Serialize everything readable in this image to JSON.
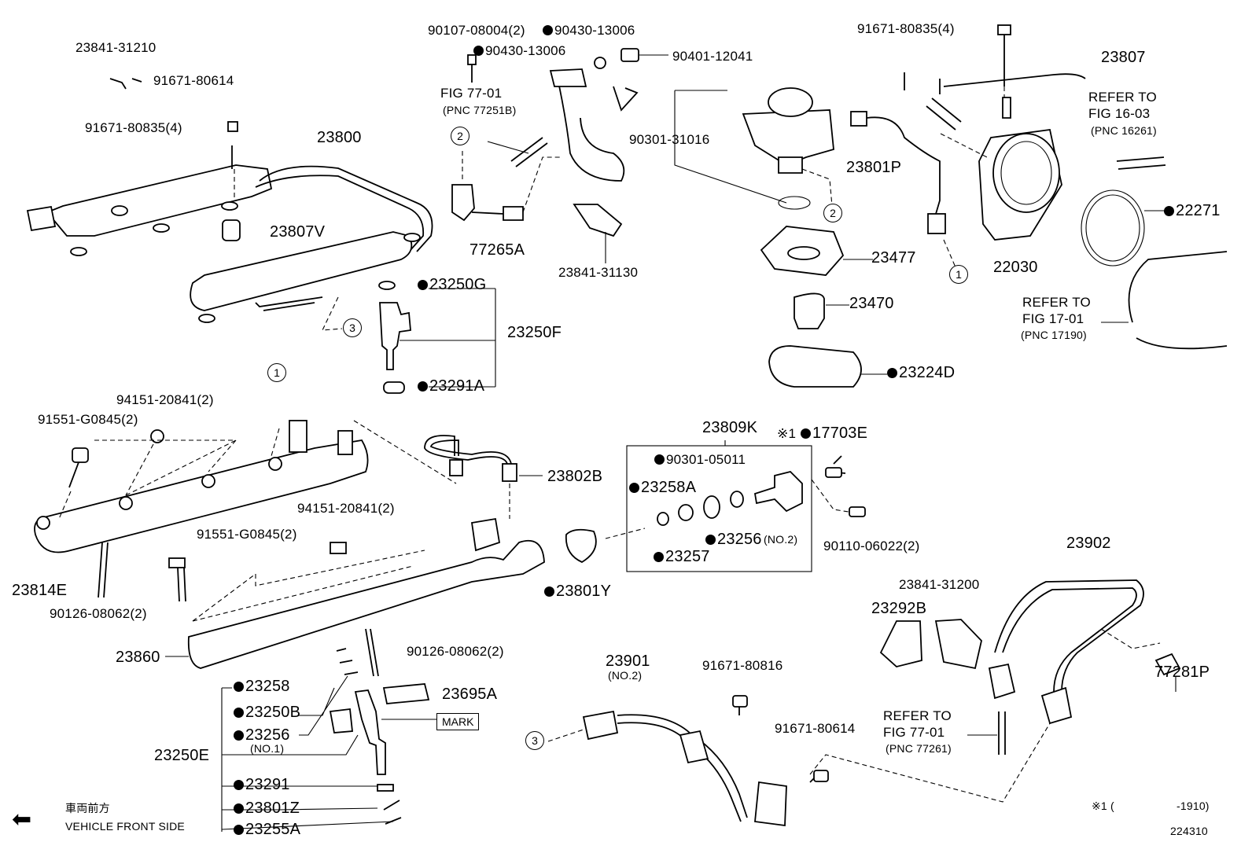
{
  "labels": {
    "l1": "23841-31210",
    "l2": "91671-80614",
    "l3": "91671-80835(4)",
    "l4": "23800",
    "l5": "23807V",
    "l6": "90107-08004(2)",
    "l7": "90430-13006",
    "l8": "90430-13006",
    "l9": "90401-12041",
    "l10": "FIG 77-01",
    "l11": "(PNC 77251B)",
    "l12": "77265A",
    "l13": "23841-31130",
    "l14": "90301-31016",
    "l15": "23801P",
    "l16": "23477",
    "l17": "23470",
    "l18": "23224D",
    "l19": "91671-80835(4)",
    "l20": "23807",
    "l21": "REFER TO",
    "l22": "FIG 16-03",
    "l23": "(PNC 16261)",
    "l24": "22271",
    "l25": "22030",
    "l26": "REFER TO",
    "l27": "FIG 17-01",
    "l28": "(PNC 17190)",
    "l29": "23250G",
    "l30": "23250F",
    "l31": "23291A",
    "l32": "94151-20841(2)",
    "l33": "91551-G0845(2)",
    "l34": "23814E",
    "l35": "90126-08062(2)",
    "l36": "94151-20841(2)",
    "l37": "91551-G0845(2)",
    "l38": "23802B",
    "l39": "23860",
    "l40": "90126-08062(2)",
    "l41": "23809K",
    "l42": "※1",
    "l43": "17703E",
    "l44": "90301-05011",
    "l45": "23258A",
    "l46": "23256",
    "l47": "(NO.2)",
    "l48": "23257",
    "l49": "23801Y",
    "l50": "90110-06022(2)",
    "l51": "23902",
    "l52": "23841-31200",
    "l53": "23292B",
    "l54": "77281P",
    "l55": "23901",
    "l56": "(NO.2)",
    "l57": "91671-80816",
    "l58": "91671-80614",
    "l59": "REFER TO",
    "l60": "FIG 77-01",
    "l61": "(PNC 77261)",
    "l62": "23258",
    "l63": "23250B",
    "l64": "23256",
    "l65": "(NO.1)",
    "l66": "23250E",
    "l67": "23291",
    "l68": "23801Z",
    "l69": "23255A",
    "l70": "23695A",
    "l71": "車両前方",
    "l72": "VEHICLE FRONT SIDE",
    "l73": "※1 (",
    "l74": "-1910)",
    "l75": "224310"
  },
  "callouts": {
    "c1": "2",
    "c2": "2",
    "c3": "1",
    "c4": "3",
    "c5": "1",
    "c6": "3"
  },
  "mark_label": "MARK",
  "arrow_icon": "⬅"
}
